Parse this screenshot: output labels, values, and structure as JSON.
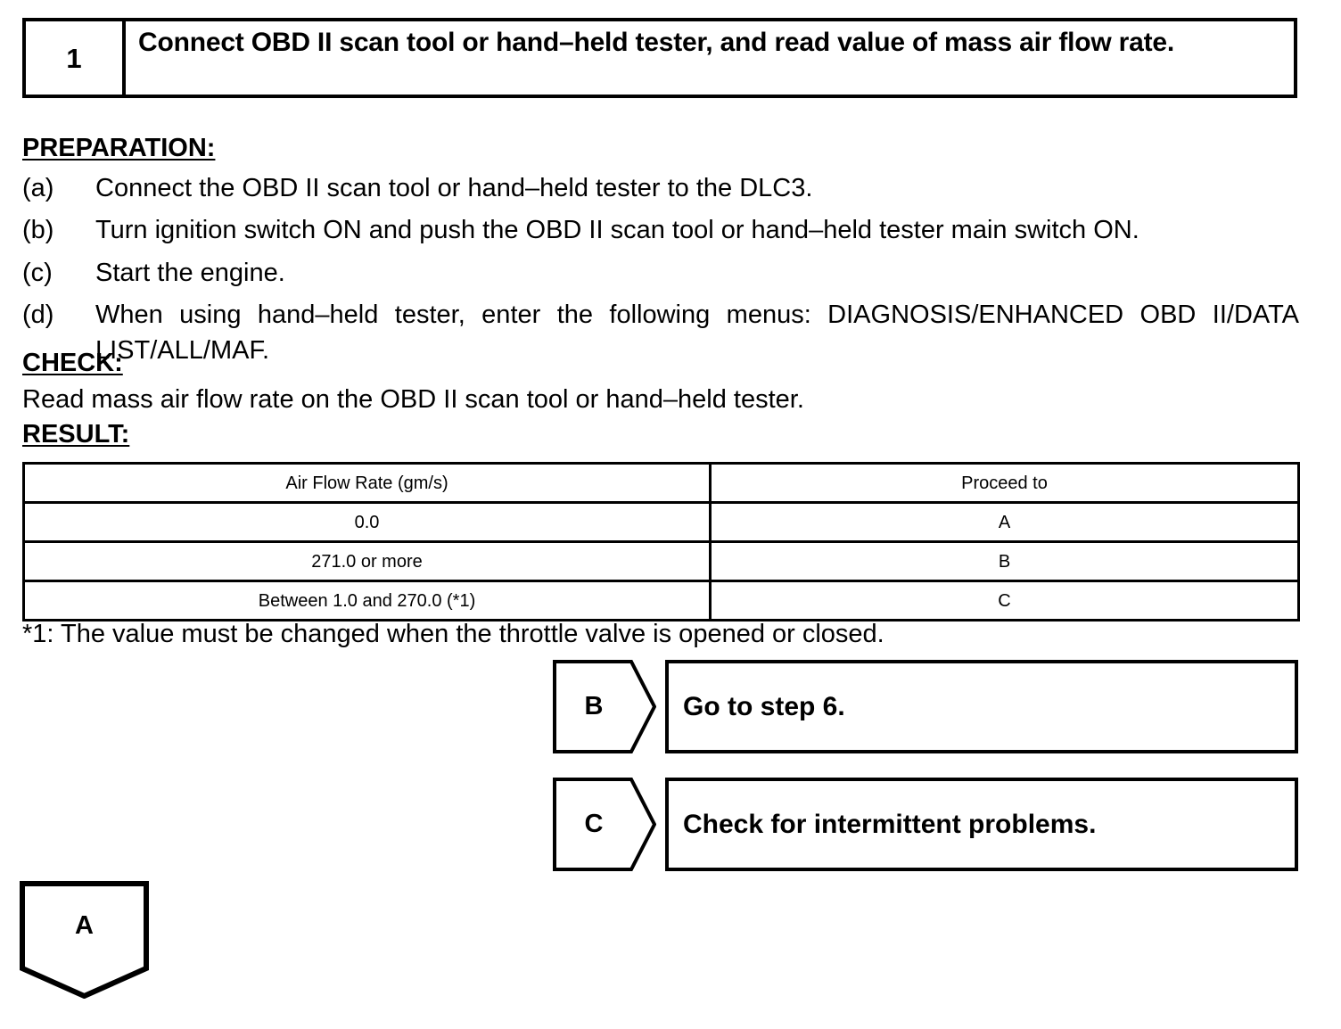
{
  "step": {
    "number": "1",
    "title": "Connect OBD II scan tool or hand–held tester, and read value of mass air flow rate."
  },
  "preparation": {
    "heading": "PREPARATION:",
    "items": [
      {
        "marker": "(a)",
        "text": "Connect the OBD II scan tool or hand–held tester to the DLC3."
      },
      {
        "marker": "(b)",
        "text": "Turn ignition switch ON and push the OBD II scan tool or hand–held tester main switch ON."
      },
      {
        "marker": "(c)",
        "text": "Start the engine."
      },
      {
        "marker": "(d)",
        "text": "When using hand–held tester, enter the following menus: DIAGNOSIS/ENHANCED OBD II/DATA LIST/ALL/MAF."
      }
    ]
  },
  "check": {
    "heading": "CHECK:",
    "text": "Read mass air flow rate on the OBD II scan tool or hand–held tester."
  },
  "result": {
    "heading": "RESULT:",
    "columns": [
      "Air Flow Rate (gm/s)",
      "Proceed to"
    ],
    "rows": [
      {
        "value": "0.0",
        "proceed": "A"
      },
      {
        "value": "271.0 or more",
        "proceed": "B"
      },
      {
        "value": "Between 1.0 and 270.0 (*1)",
        "proceed": "C"
      }
    ],
    "footnote": "*1: The value must be changed when the throttle valve is opened or closed."
  },
  "branches": [
    {
      "tag": "B",
      "action": "Go to step 6."
    },
    {
      "tag": "C",
      "action": "Check for intermittent problems."
    }
  ],
  "connector": {
    "tag": "A"
  },
  "colors": {
    "ink": "#000000",
    "paper": "#ffffff"
  }
}
